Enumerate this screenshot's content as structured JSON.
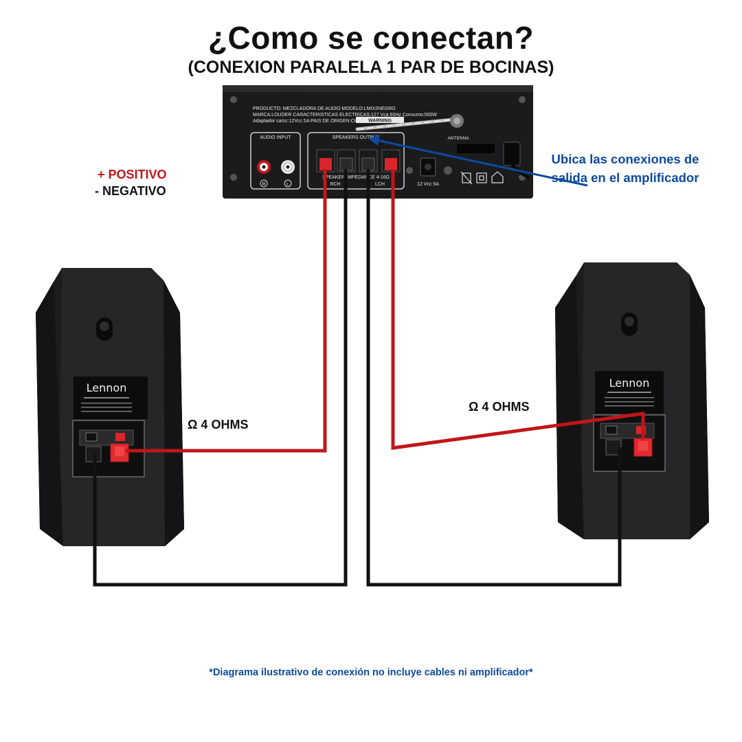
{
  "header": {
    "title": "¿Como se conectan?",
    "subtitle": "(CONEXION PARALELA 1 PAR DE BOCINAS)"
  },
  "legend": {
    "positive": "+ POSITIVO",
    "negative": "- NEGATIVO"
  },
  "callout": {
    "text": "Ubica las conexiones de salida en el amplificador"
  },
  "amplifier": {
    "spec_line1": "PRODUCTO: MEZCLADORA DE AUDIO MODELO:LMIX2NEGRO",
    "spec_line2": "MARCA:LOUDER CARACTERISTICAS ELECTRICAS:127 Vca 60Hz Consumo:500W",
    "spec_line3": "Adaptador ca/cc:12Vcc 5A PAIS DE ORIGEN:CHINA",
    "warning": "WARNING",
    "audio_input": "AUDIO INPUT",
    "speakers_output": "SPEAKERS OUTPUT",
    "impedance": "SPEAKER IMPEDANCE 4-16Ω",
    "rch": "RCH",
    "lch": "LCH",
    "r": "R",
    "l": "L",
    "antenna": "ANTENNA",
    "dc": "12 Vcc 5A"
  },
  "speaker_left": {
    "brand": "Lennon",
    "impedance_label": "Ω 4 OHMS"
  },
  "speaker_right": {
    "brand": "Lennon",
    "impedance_label": "Ω 4 OHMS"
  },
  "footer": {
    "disclaimer": "*Diagrama ilustrativo de conexión no incluye cables ni amplificador*"
  },
  "colors": {
    "positive_wire": "#c0161a",
    "negative_wire": "#111111",
    "callout_blue": "#0d4a9e",
    "terminal_red": "#d9252b"
  }
}
